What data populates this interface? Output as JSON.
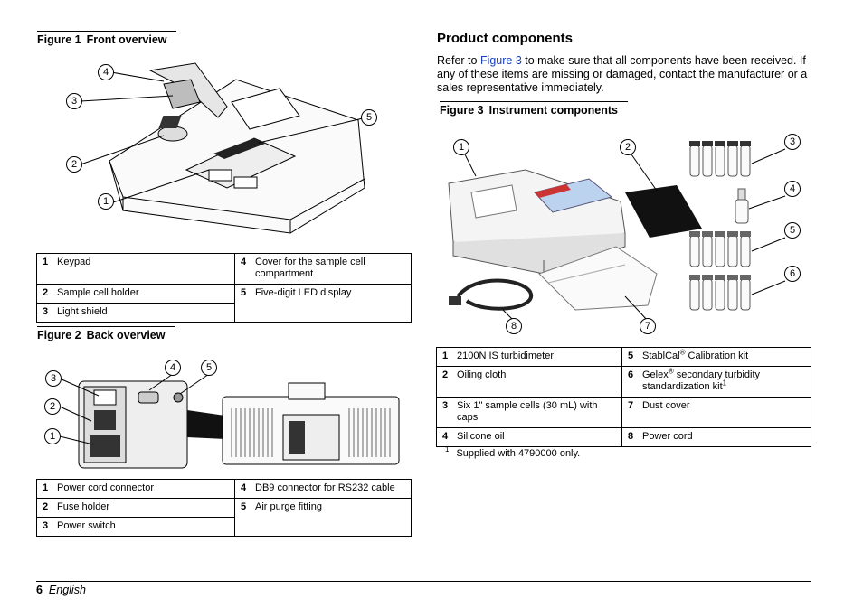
{
  "fig1": {
    "number": "Figure 1",
    "title": "Front overview",
    "legend": [
      {
        "n": "1",
        "label": "Keypad",
        "n2": "4",
        "label2": "Cover for the sample cell compartment"
      },
      {
        "n": "2",
        "label": "Sample cell holder",
        "n2": "5",
        "label2": "Five-digit LED display"
      },
      {
        "n": "3",
        "label": "Light shield"
      }
    ],
    "callouts": [
      "1",
      "2",
      "3",
      "4",
      "5"
    ]
  },
  "fig2": {
    "number": "Figure 2",
    "title": "Back overview",
    "legend": [
      {
        "n": "1",
        "label": "Power cord connector",
        "n2": "4",
        "label2": "DB9 connector for RS232 cable"
      },
      {
        "n": "2",
        "label": "Fuse holder",
        "n2": "5",
        "label2": "Air purge fitting"
      },
      {
        "n": "3",
        "label": "Power switch"
      }
    ],
    "callouts": [
      "1",
      "2",
      "3",
      "4",
      "5"
    ]
  },
  "section": {
    "heading": "Product components",
    "intro_pre": "Refer to ",
    "intro_link": "Figure 3",
    "intro_post": " to make sure that all components have been received. If any of these items are missing or damaged, contact the manufacturer or a sales representative immediately."
  },
  "fig3": {
    "number": "Figure 3",
    "title": "Instrument components",
    "legend": [
      {
        "n": "1",
        "label": "2100N IS turbidimeter",
        "n2": "5",
        "label2": "StablCal",
        "label2_sup": "®",
        "label2_post": " Calibration kit"
      },
      {
        "n": "2",
        "label": "Oiling cloth",
        "n2": "6",
        "label2": "Gelex",
        "label2_sup": "®",
        "label2_post": " secondary turbidity standardization kit",
        "label2_sup2": "1"
      },
      {
        "n": "3",
        "label": "Six 1\" sample cells (30 mL) with caps",
        "n2": "7",
        "label2": "Dust cover"
      },
      {
        "n": "4",
        "label": "Silicone oil",
        "n2": "8",
        "label2": "Power cord"
      }
    ],
    "callouts": [
      "1",
      "2",
      "3",
      "4",
      "5",
      "6",
      "7",
      "8"
    ]
  },
  "footnote": {
    "mark": "1",
    "text": "Supplied with 4790000 only."
  },
  "footer": {
    "page": "6",
    "language": "English"
  }
}
